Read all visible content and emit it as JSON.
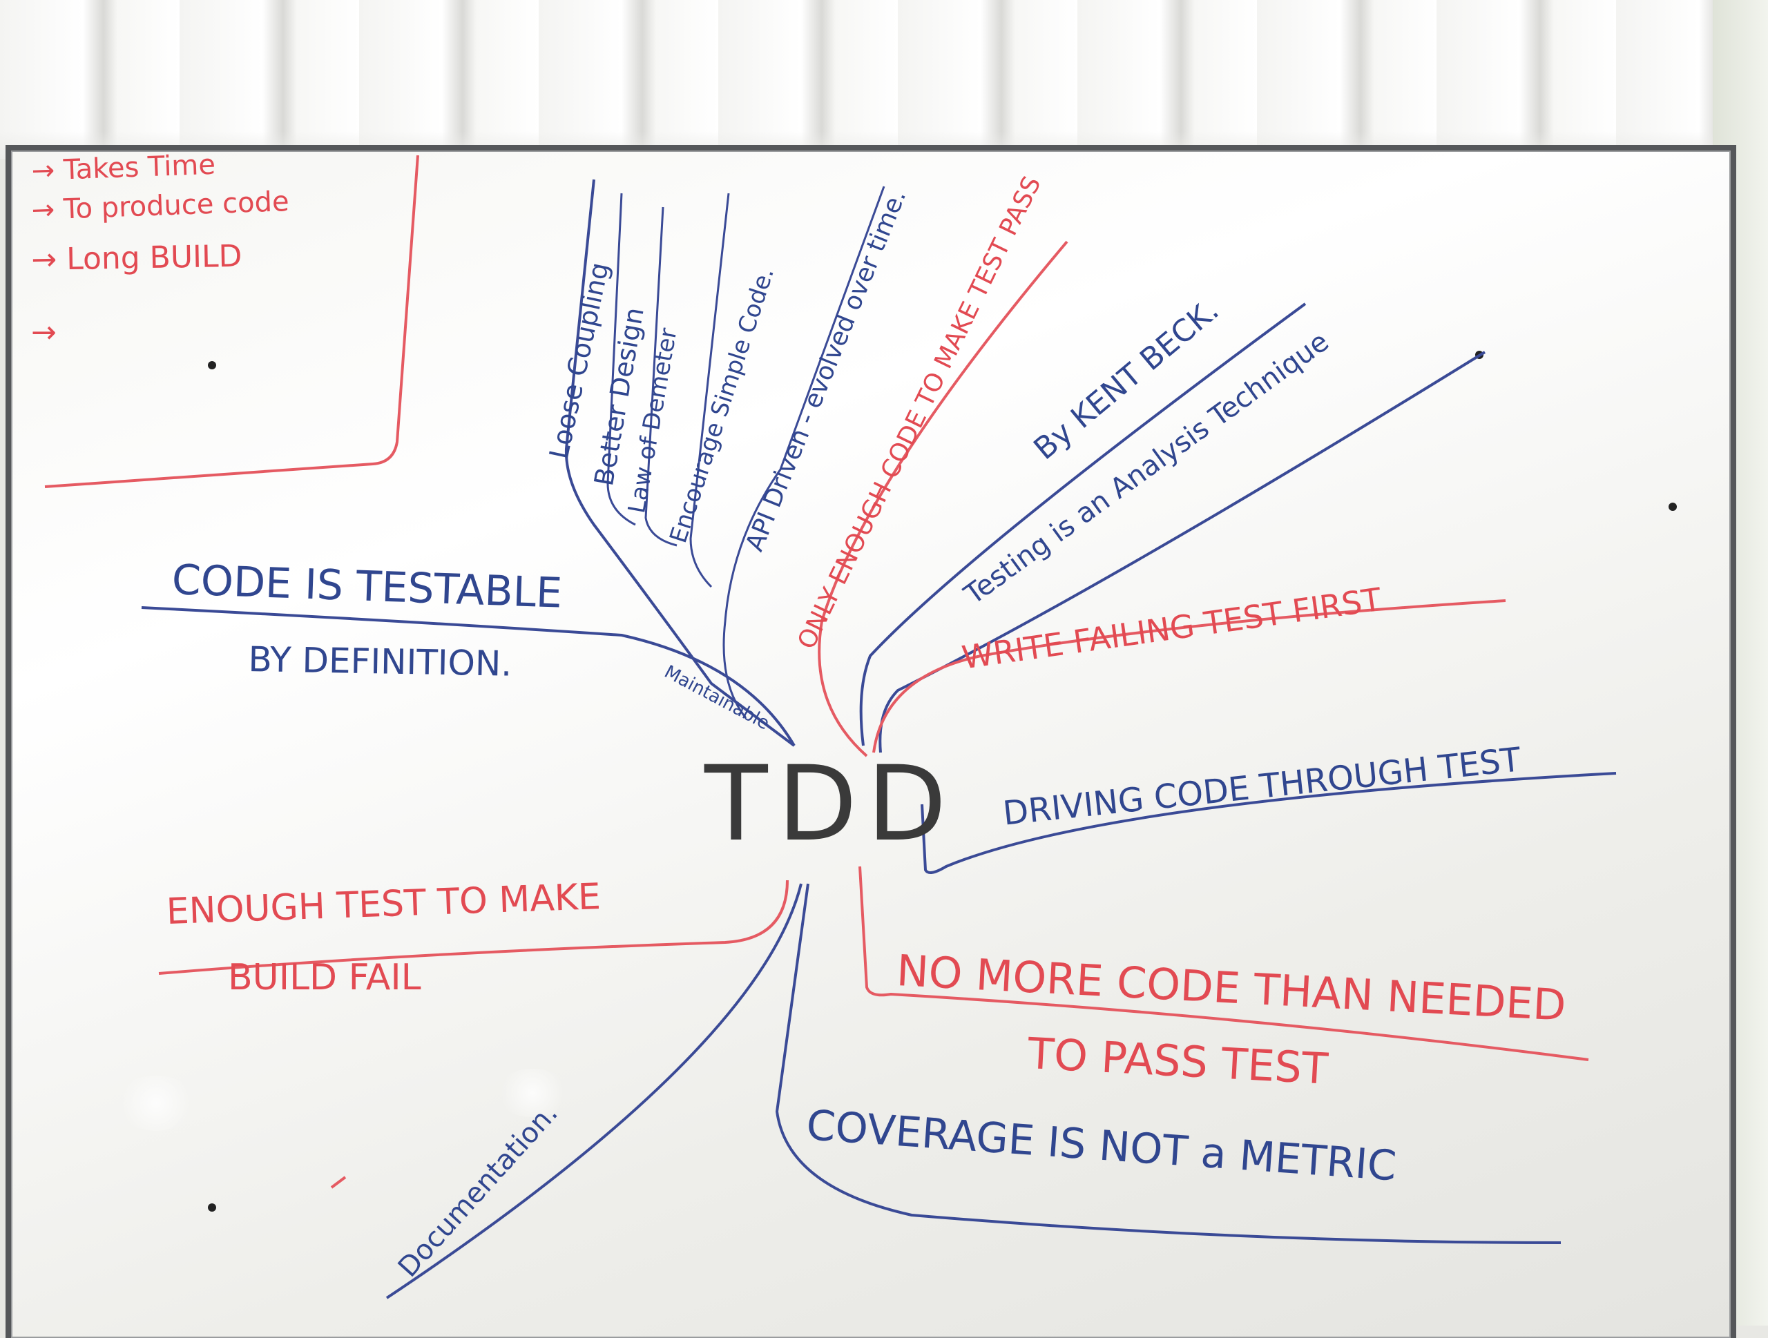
{
  "center": "TDD",
  "red_box": [
    "→ Takes Time",
    "→ To produce code",
    "→ Long BUILD",
    "→"
  ],
  "design_branch": [
    "Loose Coupling",
    "Better Design",
    "Law of Demeter",
    "Encourage Simple Code.",
    "API Driven - evolved over time."
  ],
  "only_enough_code": "ONLY ENOUGH CODE TO MAKE TEST PASS",
  "kent_beck": "By KENT BECK.",
  "analysis": "Testing is an Analysis Technique",
  "write_failing": "WRITE FAILING TEST FIRST",
  "driving_code": "DRIVING CODE THROUGH TEST",
  "no_more_code": [
    "NO MORE CODE THAN NEEDED",
    "TO PASS TEST"
  ],
  "coverage": "COVERAGE IS NOT a METRIC",
  "documentation": "Documentation.",
  "enough_test": [
    "ENOUGH TEST TO MAKE",
    "BUILD FAIL"
  ],
  "code_testable": [
    "CODE IS TESTABLE",
    "BY DEFINITION."
  ],
  "maintainable": "Maintainable"
}
